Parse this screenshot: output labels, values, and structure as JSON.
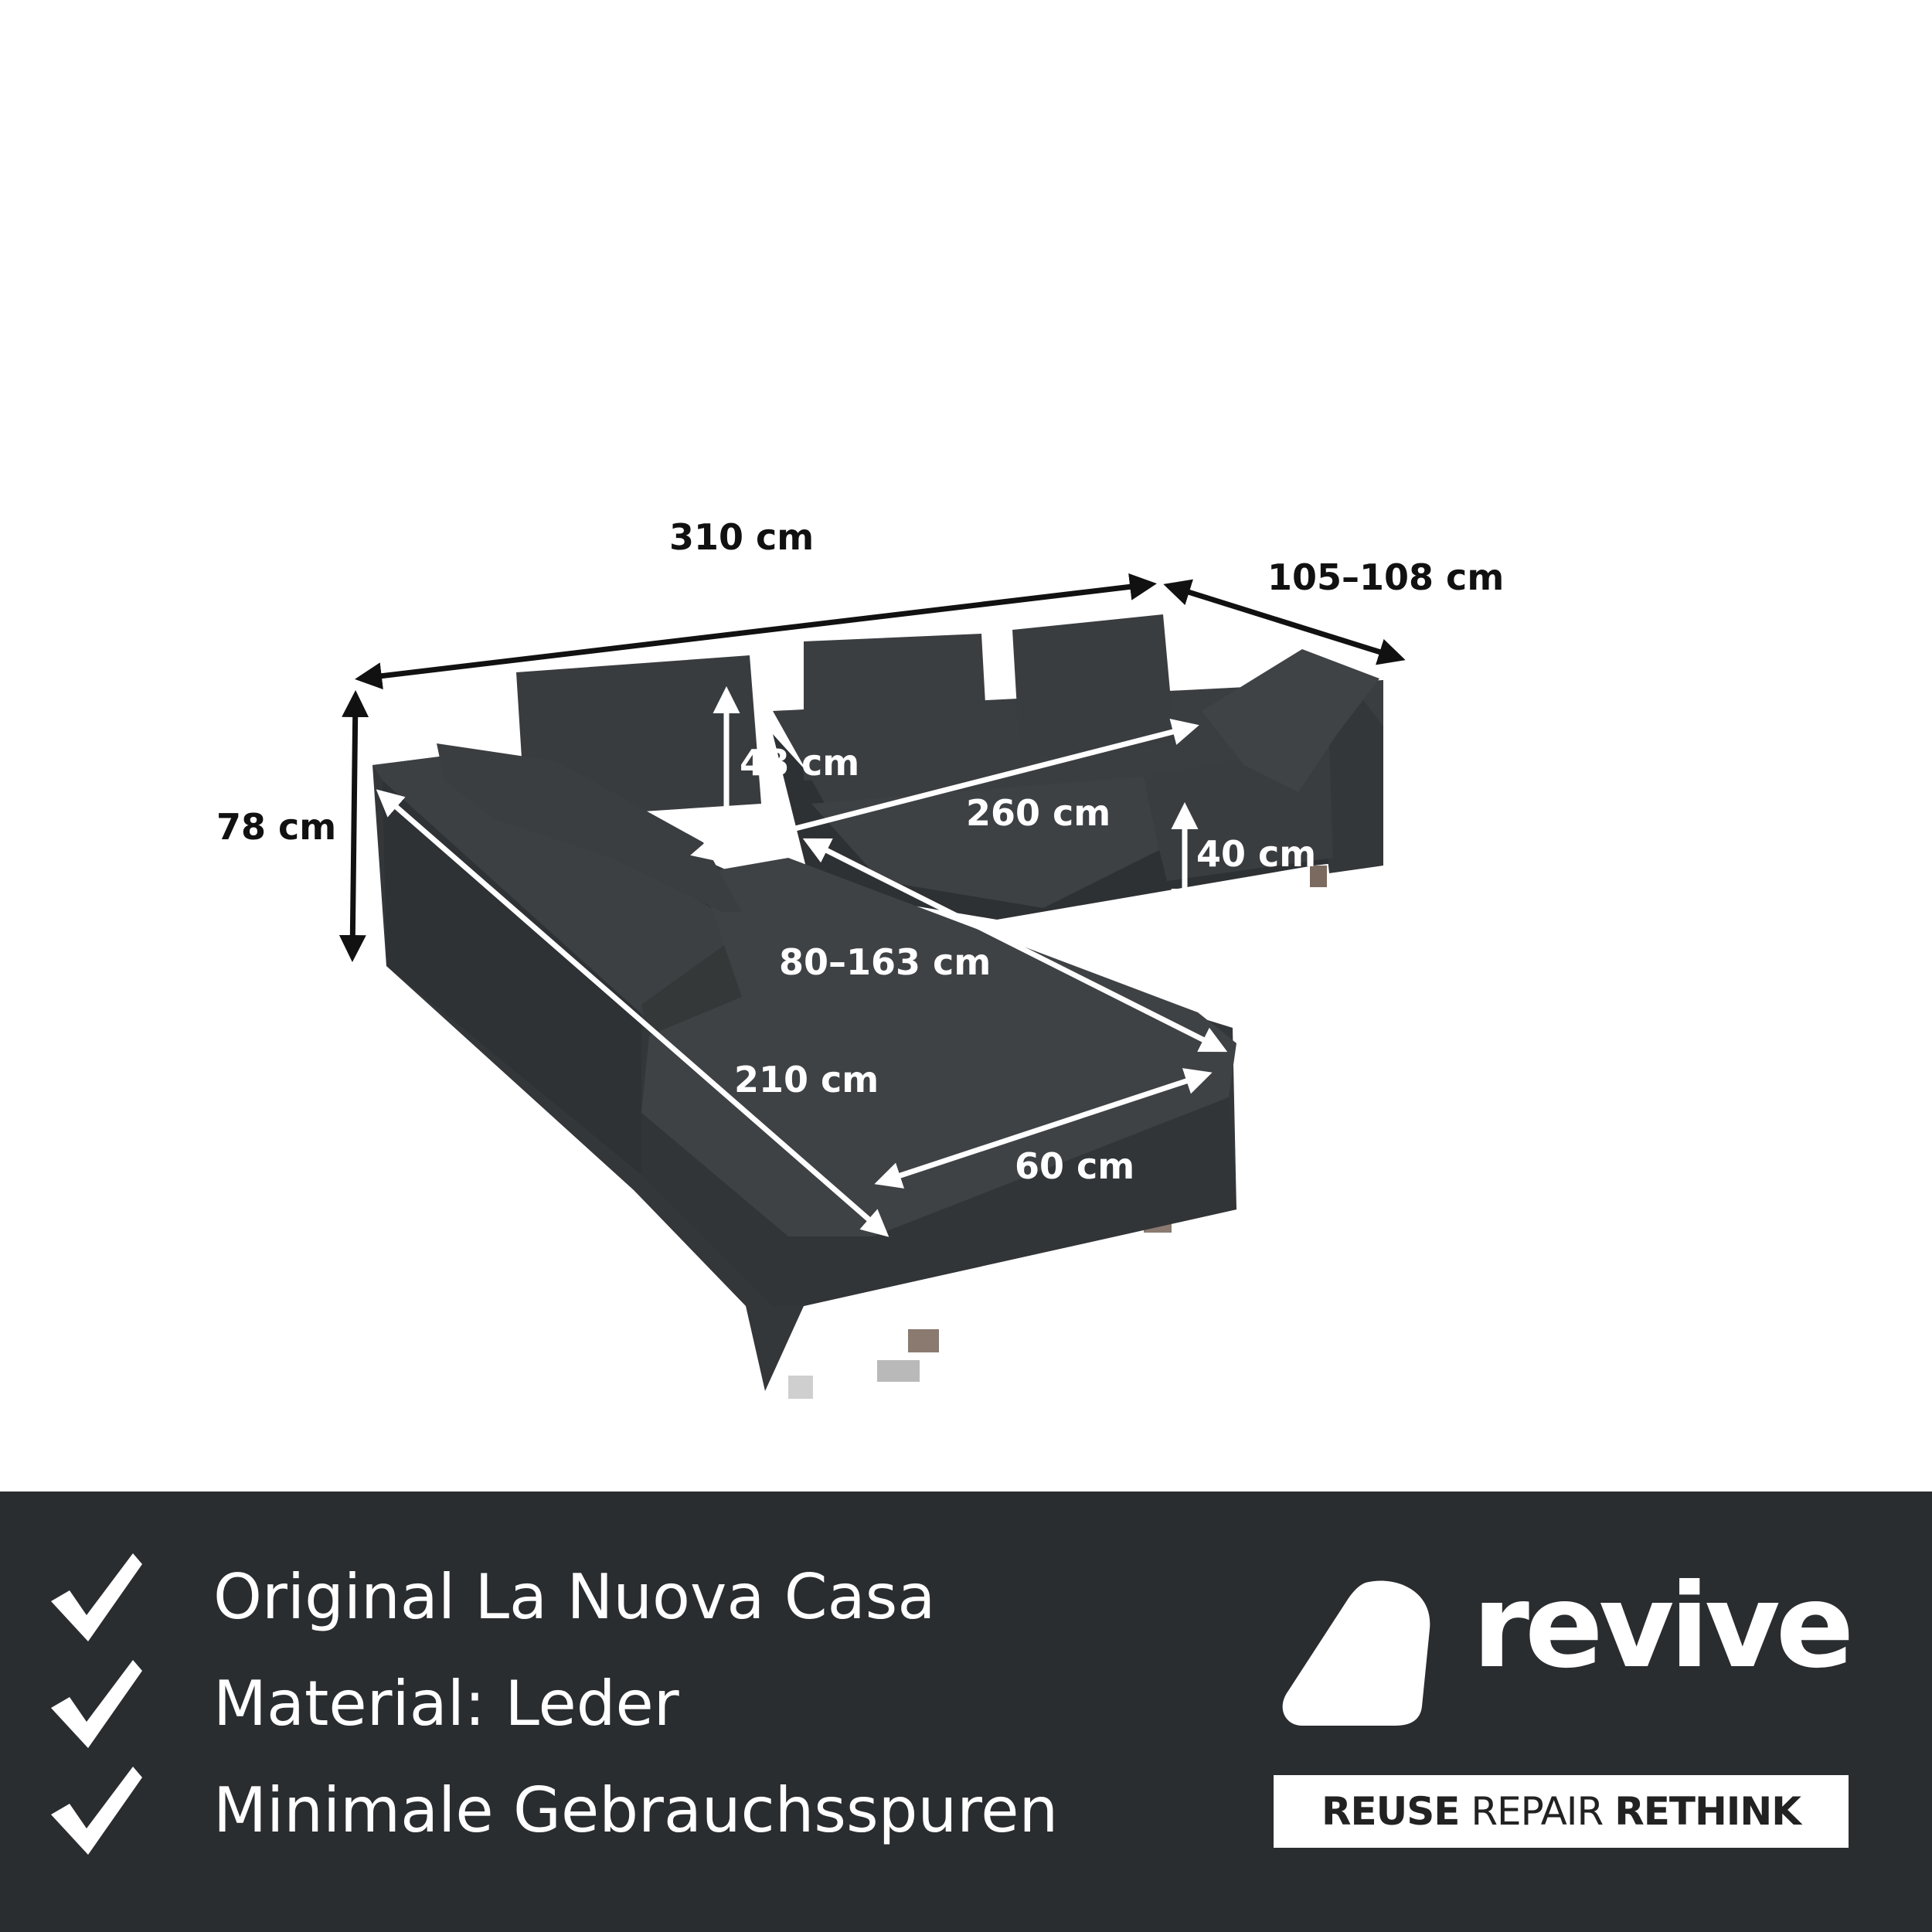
{
  "colors": {
    "banner_bg": "#2a2d30",
    "sofa_fabric": "#3a3d40",
    "sofa_shadow": "#2b2e31",
    "arrow_dark": "#111111",
    "arrow_light": "#ffffff"
  },
  "dimensions": {
    "total_width": "310 cm",
    "depth": "105–108  cm",
    "height": "78 cm",
    "back_cushion_height": "48 cm",
    "back_width": "260 cm",
    "seat_height": "40 cm",
    "chaise_width": "80–163 cm",
    "chaise_length": "210 cm",
    "chaise_seat_depth": "60 cm"
  },
  "features": [
    {
      "icon": "checkmark-icon",
      "text": "Original La Nuova Casa"
    },
    {
      "icon": "checkmark-icon",
      "text": "Material: Leder"
    },
    {
      "icon": "checkmark-icon",
      "text": "Minimale Gebrauchsspuren"
    }
  ],
  "brand": {
    "name": "revive",
    "tagline_1": "REUSE",
    "tagline_2": " REPAIR ",
    "tagline_3": "RETHINK"
  }
}
